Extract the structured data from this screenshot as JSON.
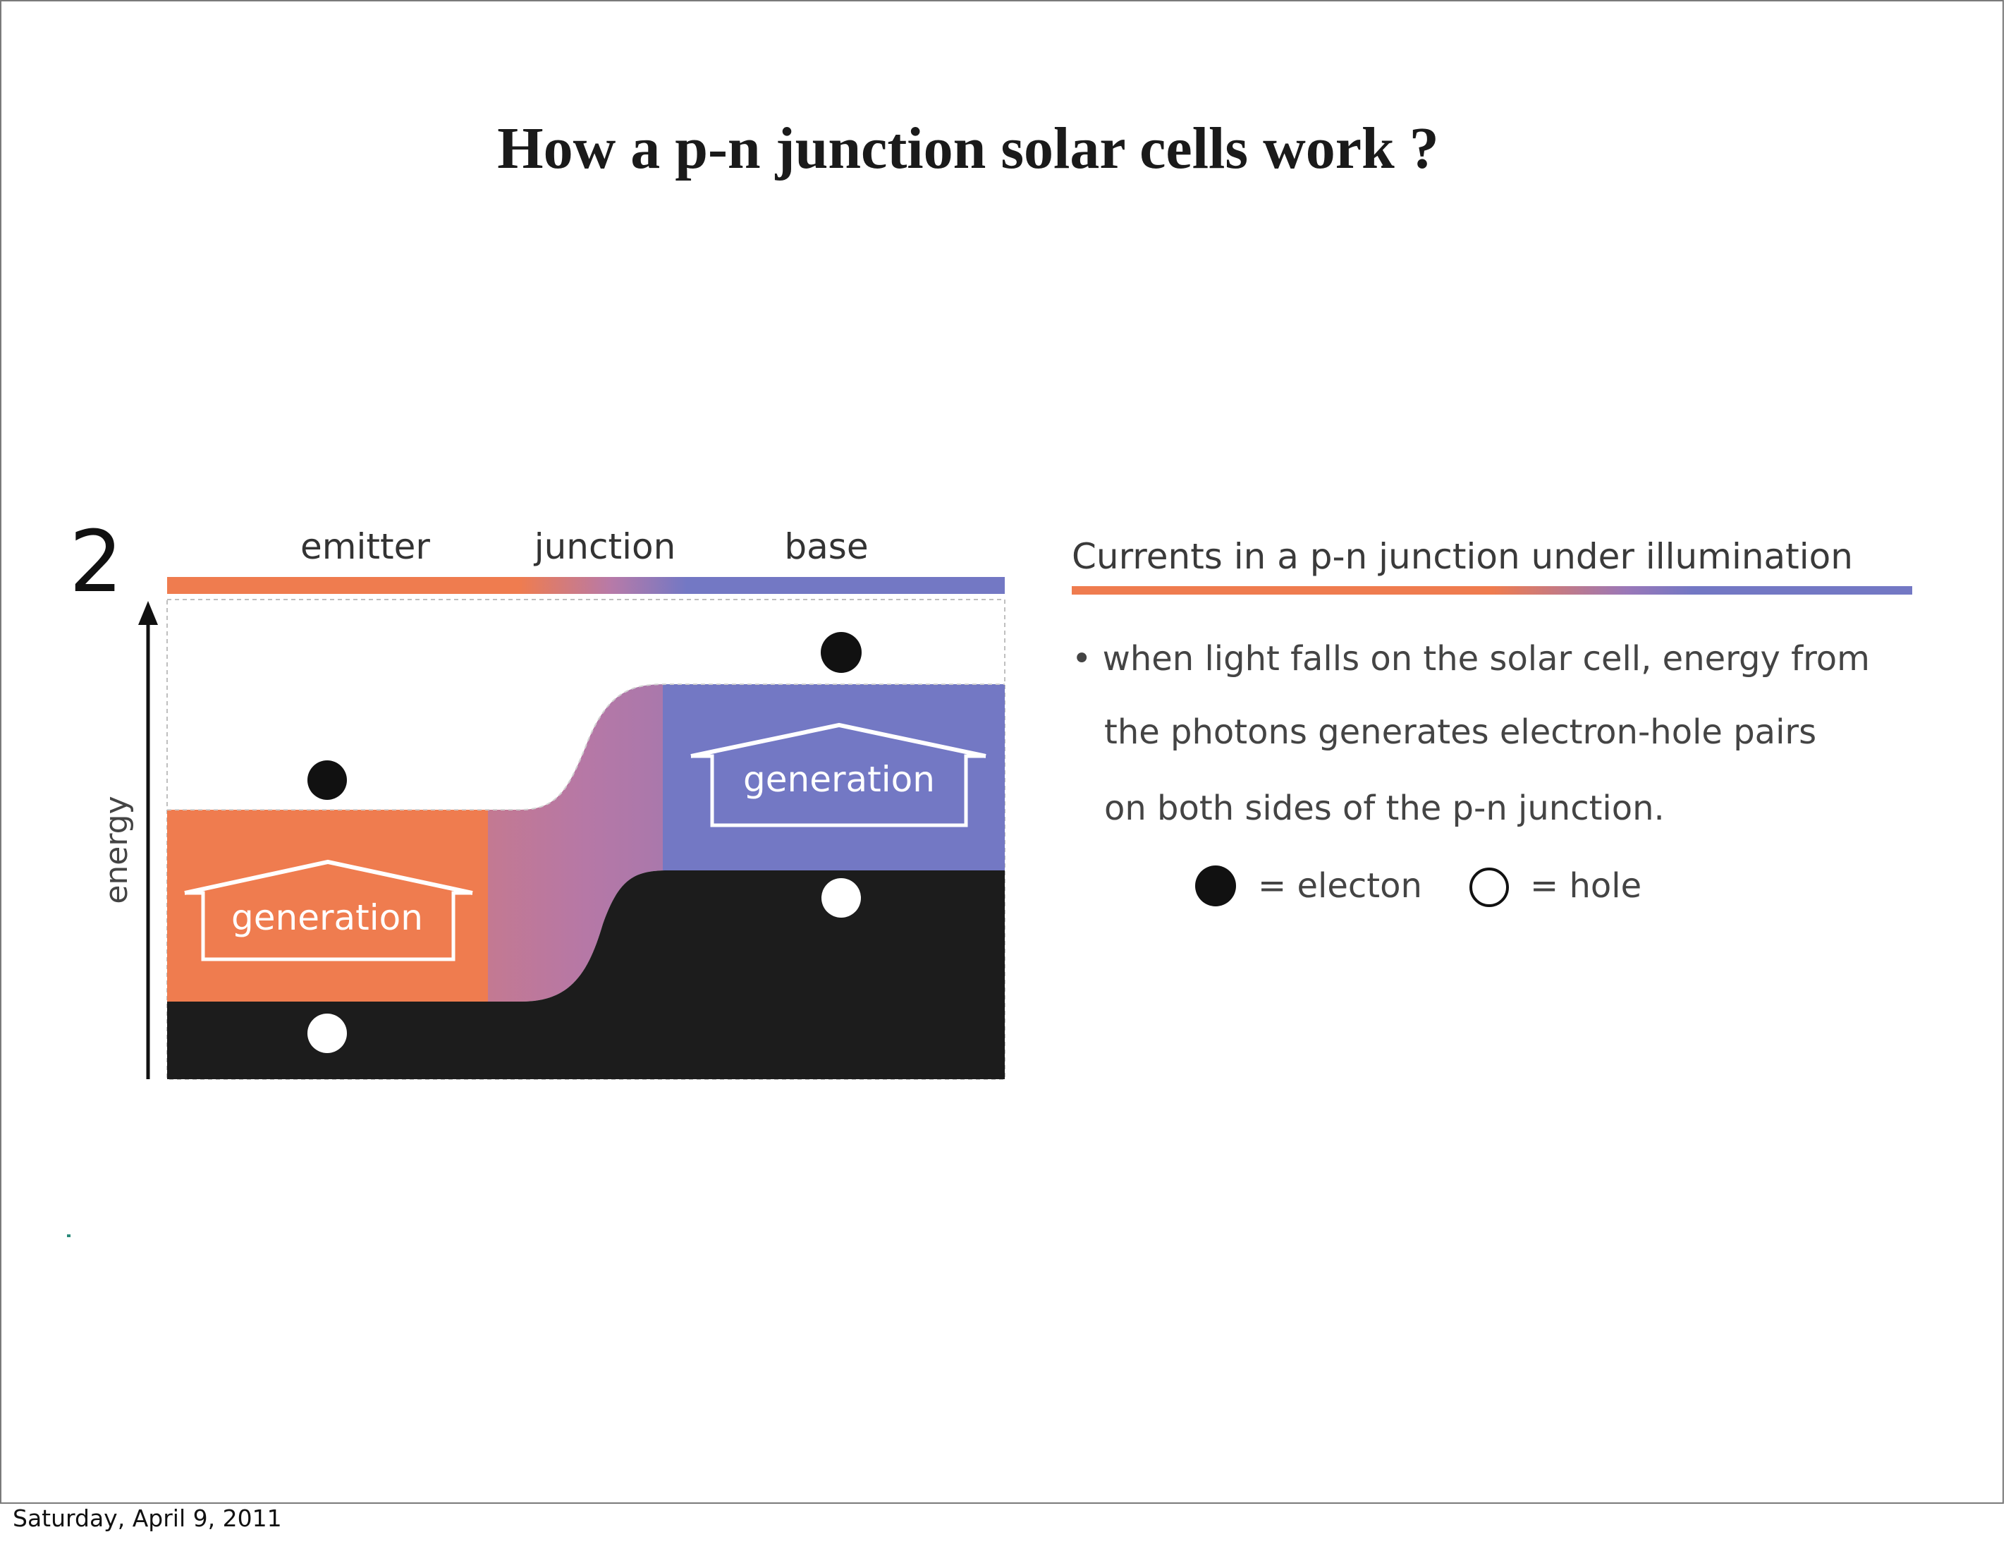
{
  "title": "How a p-n junction solar cells work ?",
  "footer": "Saturday, April 9, 2011",
  "diagram": {
    "step_number": "2",
    "region_labels": {
      "emitter": "emitter",
      "junction": "junction",
      "base": "base"
    },
    "axis_label": "energy",
    "generation_left": "generation",
    "generation_right": "generation",
    "colors": {
      "emitter": "#ef7c4f",
      "base": "#7378c4",
      "band": "#1c1c1c"
    }
  },
  "panel": {
    "heading": "Currents in a p-n junction under illumination",
    "bullet_lines": [
      "• when light falls on the solar cell, energy from",
      "the photons generates electron-hole pairs",
      "on both sides of the p-n junction."
    ],
    "legend": {
      "electron": "= electon",
      "hole": "= hole"
    }
  }
}
